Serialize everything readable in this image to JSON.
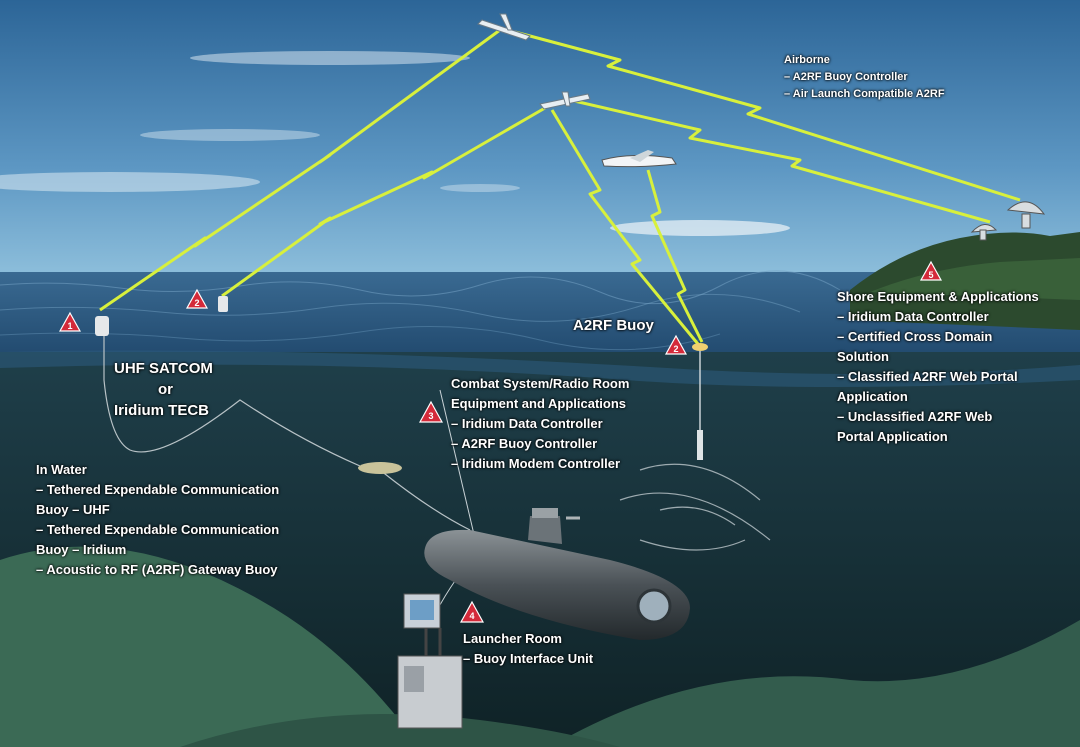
{
  "airborne": {
    "title": "Airborne",
    "items": [
      "–   A2RF Buoy Controller",
      "–   Air Launch Compatible A2RF"
    ]
  },
  "shore": {
    "title": "Shore Equipment & Applications",
    "items": [
      "–  Iridium Data Controller",
      "–  Certified Cross Domain",
      "    Solution",
      "–  Classified A2RF Web Portal",
      "    Application",
      "–  Unclassified A2RF Web",
      "    Portal Application"
    ],
    "marker": "5"
  },
  "a2rf_buoy": {
    "label": "A2RF Buoy",
    "marker": "2"
  },
  "uhf": {
    "line1": "UHF SATCOM",
    "line2": "or",
    "line3": "Iridium TECB"
  },
  "combat": {
    "title1": "Combat System/Radio Room",
    "title2": "Equipment and Applications",
    "items": [
      "–  Iridium Data Controller",
      "–  A2RF Buoy Controller",
      "–  Iridium Modem Controller"
    ],
    "marker": "3"
  },
  "in_water": {
    "title": "In Water",
    "items": [
      "–  Tethered Expendable Communication",
      "    Buoy – UHF",
      "–  Tethered Expendable Communication",
      "    Buoy – Iridium",
      "–  Acoustic to RF (A2RF) Gateway Buoy"
    ],
    "marker": "1"
  },
  "launcher": {
    "title": "Launcher Room",
    "item": "–  Buoy Interface Unit",
    "marker": "4"
  },
  "buoy_markers": [
    "1",
    "2"
  ],
  "colors": {
    "sky_top": "#2f6a9a",
    "sky_bottom": "#7fb4d4",
    "sea": "#244a6e",
    "underwater": "#18323a",
    "link": "#d8f03c",
    "marker": "#d42a3a"
  }
}
